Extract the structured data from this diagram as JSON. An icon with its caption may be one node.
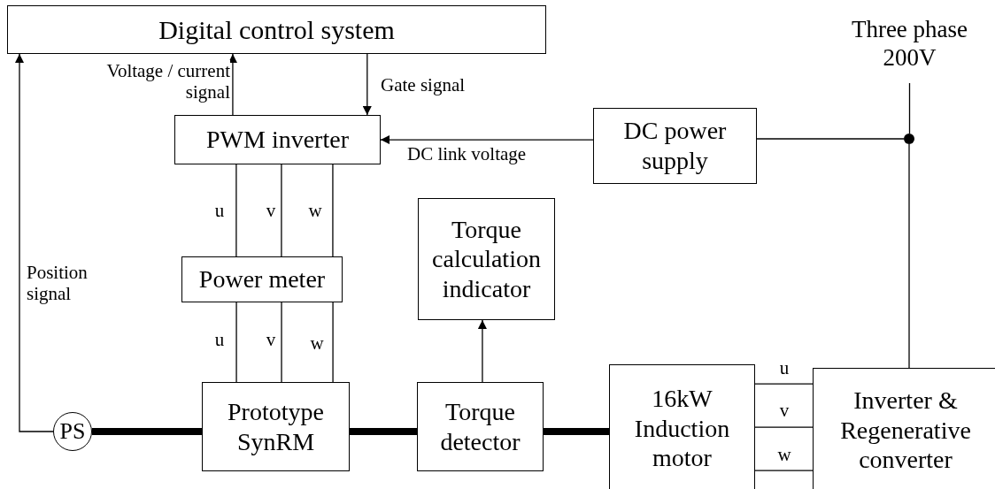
{
  "diagram": {
    "nodes": [
      {
        "text": [
          "Digital control system"
        ]
      },
      {
        "text": [
          "PWM inverter"
        ]
      },
      {
        "text": [
          "DC power supply"
        ]
      },
      {
        "text": [
          "Three phase 200V"
        ]
      },
      {
        "text": [],
        "shape": "circle"
      },
      {
        "text": [
          "Power meter"
        ]
      },
      {
        "text": [
          "Torque calculation indicator"
        ]
      },
      {
        "text": [
          "PS"
        ]
      },
      {
        "text": [
          "Prototype SynRM"
        ]
      },
      {
        "text": [
          "Torque detector"
        ]
      },
      {
        "text": [
          "16kW Induction motor"
        ]
      },
      {
        "text": [
          "Inverter & Regenerative converter"
        ]
      }
    ],
    "edges": [
      {
        "from": 7,
        "to": 0,
        "arrow": "to",
        "label": "Position signal"
      },
      {
        "from": 1,
        "to": 0,
        "arrow": "to",
        "label": "Voltage / current signal"
      },
      {
        "from": 0,
        "to": 1,
        "arrow": "to",
        "label": "Gate signal"
      },
      {
        "from": 2,
        "to": 1,
        "arrow": "to",
        "label": "DC link voltage"
      },
      {
        "from": 1,
        "to": 5,
        "arrow": "none",
        "label": "u"
      },
      {
        "from": 1,
        "to": 5,
        "arrow": "none",
        "label": "v"
      },
      {
        "from": 1,
        "to": 5,
        "arrow": "none",
        "label": "w"
      },
      {
        "from": 5,
        "to": 8,
        "arrow": "none",
        "label": "u"
      },
      {
        "from": 5,
        "to": 8,
        "arrow": "none",
        "label": "v"
      },
      {
        "from": 5,
        "to": 8,
        "arrow": "none",
        "label": "w"
      },
      {
        "from": 9,
        "to": 6,
        "arrow": "to"
      },
      {
        "from": 7,
        "to": 8,
        "arrow": "none",
        "style": "thick"
      },
      {
        "from": 8,
        "to": 9,
        "arrow": "none",
        "style": "thick"
      },
      {
        "from": 9,
        "to": 10,
        "arrow": "none",
        "style": "thick"
      },
      {
        "from": 10,
        "to": 11,
        "arrow": "none",
        "label": "u"
      },
      {
        "from": 10,
        "to": 11,
        "arrow": "none",
        "label": "v"
      },
      {
        "from": 10,
        "to": 11,
        "arrow": "none",
        "label": "w"
      },
      {
        "from": 3,
        "to": 4,
        "arrow": "none"
      },
      {
        "from": 4,
        "to": 2,
        "arrow": "none"
      },
      {
        "from": 4,
        "to": 11,
        "arrow": "none"
      }
    ]
  }
}
